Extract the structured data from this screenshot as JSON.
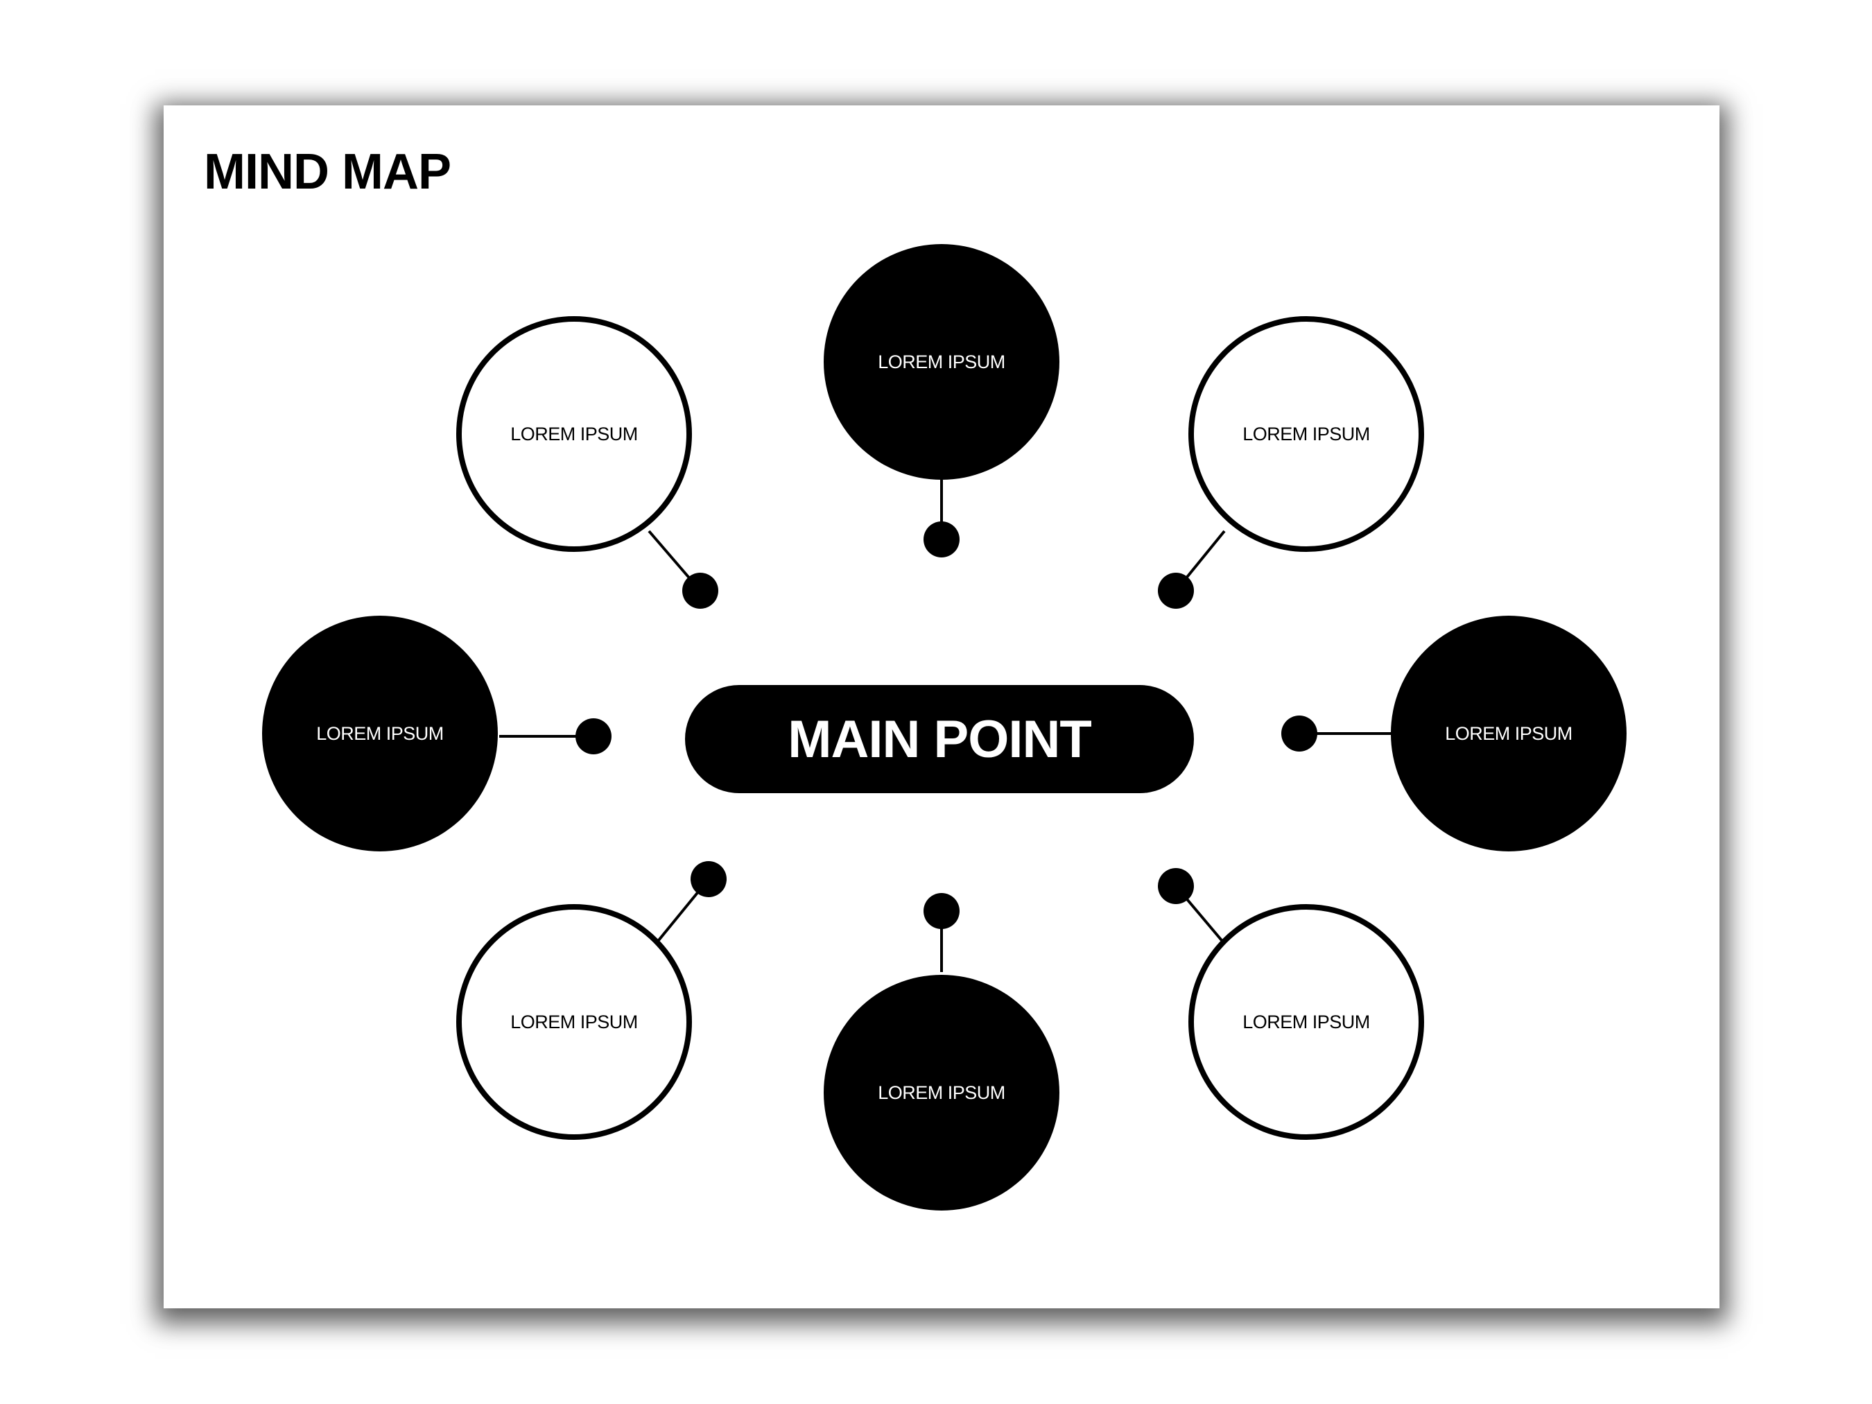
{
  "title": "MIND MAP",
  "center": {
    "label": "MAIN POINT"
  },
  "nodes": [
    {
      "id": "top",
      "label": "LOREM IPSUM",
      "style": "filled"
    },
    {
      "id": "top-left",
      "label": "LOREM IPSUM",
      "style": "outline"
    },
    {
      "id": "top-right",
      "label": "LOREM IPSUM",
      "style": "outline"
    },
    {
      "id": "left",
      "label": "LOREM IPSUM",
      "style": "filled"
    },
    {
      "id": "right",
      "label": "LOREM IPSUM",
      "style": "filled"
    },
    {
      "id": "bottom-left",
      "label": "LOREM IPSUM",
      "style": "outline"
    },
    {
      "id": "bottom",
      "label": "LOREM IPSUM",
      "style": "filled"
    },
    {
      "id": "bottom-right",
      "label": "LOREM IPSUM",
      "style": "outline"
    }
  ],
  "colors": {
    "primary": "#000000",
    "background": "#ffffff"
  }
}
